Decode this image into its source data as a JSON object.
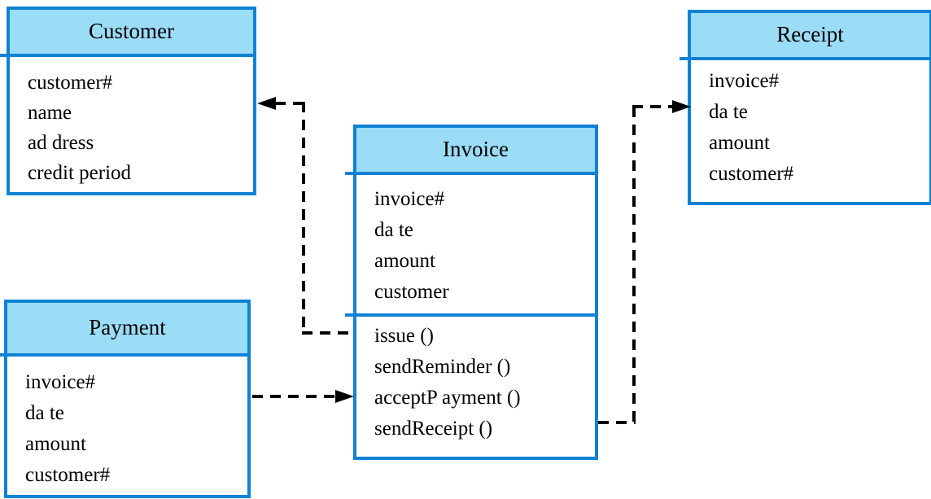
{
  "diagram": {
    "type": "uml-class-diagram",
    "colors": {
      "box_border": "#0f82d5",
      "header_fill": "#9bdcf7",
      "text": "#000000",
      "connector": "#000000",
      "background": "#ffffff"
    },
    "classes": [
      {
        "name": "Customer",
        "attributes": [
          "customer#",
          "name",
          "ad dress",
          "credit period"
        ],
        "methods": []
      },
      {
        "name": "Invoice",
        "attributes": [
          "invoice#",
          "da te",
          "amount",
          "customer"
        ],
        "methods": [
          "issue ()",
          "sendReminder ()",
          "acceptP ayment ()",
          "sendReceipt ()"
        ]
      },
      {
        "name": "Payment",
        "attributes": [
          "invoice#",
          "da te",
          "amount",
          "customer#"
        ],
        "methods": []
      },
      {
        "name": "Receipt",
        "attributes": [
          "invoice#",
          "da te",
          "amount",
          "customer#"
        ],
        "methods": []
      }
    ],
    "connectors": [
      {
        "from": "Invoice",
        "to": "Customer",
        "line": "dashed",
        "arrow_at": "Customer"
      },
      {
        "from": "Payment",
        "to": "Invoice",
        "line": "dashed",
        "arrow_at": "Invoice"
      },
      {
        "from": "Invoice",
        "to": "Receipt",
        "line": "dashed",
        "arrow_at": "Receipt"
      }
    ]
  }
}
